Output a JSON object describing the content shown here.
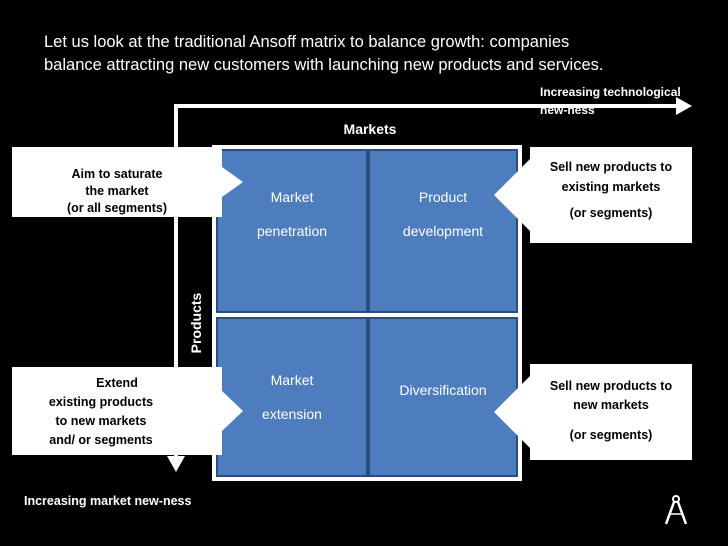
{
  "intro": {
    "line1": "Let us look at the traditional Ansoff matrix to balance growth: companies",
    "line2": "balance attracting new customers with launching new products and services."
  },
  "axes": {
    "tech_line1": "Increasing technological",
    "tech_line2": "new-ness",
    "markets": "Markets",
    "products": "Products",
    "market_newness": "Increasing market new-ness"
  },
  "cells": {
    "top_left": [
      "Market",
      "penetration"
    ],
    "top_right": [
      "Product",
      "development"
    ],
    "bottom_left": [
      "Market",
      "extension"
    ],
    "bottom_right": [
      "Diversification"
    ]
  },
  "callouts": {
    "left_top": [
      "Aim to saturate",
      "the market",
      "(or all segments)"
    ],
    "left_bottom": [
      "Extend",
      "existing products",
      "to new markets",
      "and/ or segments"
    ],
    "right_top": [
      "Sell new products to",
      "existing markets",
      "(or segments)"
    ],
    "right_bottom": [
      "Sell new products to",
      "new markets",
      "(or segments)"
    ]
  },
  "colors": {
    "background": "#000000",
    "cell_fill": "#4d7dbf",
    "cell_border": "#2c4c7d",
    "callout_fill": "#ffffff"
  },
  "icons": {
    "logo": "compass-logo-icon"
  }
}
